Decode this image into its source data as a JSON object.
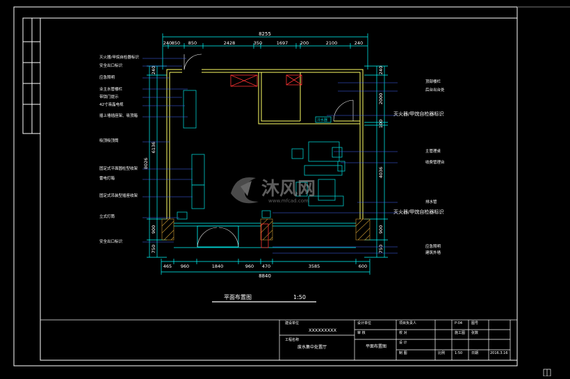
{
  "drawing": {
    "title_label": "平面布置图",
    "scale_label": "1:50",
    "overall_width": "8840",
    "overall_top": "8255",
    "top_dims": [
      "240",
      "850",
      "850",
      "2428",
      "350",
      "1697",
      "200",
      "2100",
      "240"
    ],
    "bottom_dims": [
      "465",
      "960",
      "1840",
      "960",
      "470",
      "3585",
      "600"
    ],
    "left_dims": [
      "240",
      "6136",
      "8026",
      "900",
      "750"
    ],
    "right_dims": [
      "240",
      "2000",
      "100",
      "4036",
      "900",
      "750"
    ],
    "left_annotations": [
      "灭火器/甲烷自检器标识",
      "安全出口标识",
      "应急照明",
      "业主水管楼栏",
      "带锁门提示",
      "42寸液晶电视",
      "插上墙插座架、吸顶箱",
      "吸顶吸顶筒",
      "固定式平面圆柱型收架",
      "雷电灯箱",
      "固定式吊装型插座收架",
      "立式灯筒",
      "安全出口标识"
    ],
    "right_annotations": [
      "顶部楼栏",
      "后台出台处",
      "灭火器/甲烷自检器标识",
      "主管理桌",
      "收费管理台",
      "排水管",
      "灭火器/甲烷自检器标识",
      "应急照明",
      "建筑外墙"
    ],
    "interior_label": "冷水器",
    "watermark_text": "沐风网",
    "watermark_url": "www.mfcad.com"
  },
  "title_block": {
    "project_label": "建设单位",
    "project_value": "XXXXXXXXX",
    "name_label": "工程名称",
    "name_value": "废水集中处置厅",
    "design_label": "设计单位",
    "review_label": "审 核",
    "drawing_label": "平面布置图",
    "responsible_label": "项目负责人",
    "check_label": "校 对",
    "designer_label": "设 计",
    "drawer_label": "制 图",
    "sheet_no_label": "P-04",
    "scale_value": "1:50",
    "date_value": "2016.3.16",
    "phase_label": "施工图",
    "sheet_label": "图号",
    "count_label": "张数",
    "date_label": "日期",
    "ratio_label": "比例"
  },
  "colors": {
    "background": "#000000",
    "frame": "#ffffff",
    "wall": "#ffff66",
    "dimension": "#00ffff",
    "leader": "#4466ff",
    "furniture": "#00cccc",
    "fixture_red": "#ff3333",
    "hatch": "#cc9933",
    "label": "#ffffff"
  }
}
